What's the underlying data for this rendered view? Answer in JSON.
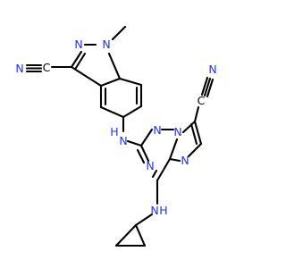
{
  "figure": {
    "type": "chemical-structure",
    "colors": {
      "bond": "#000000",
      "nitrogen": "#2233ee",
      "background": "#ffffff"
    },
    "atom_labels": {
      "n_methyl": "N",
      "n_pyrazole": "N",
      "c_nitrile_indazole": "C",
      "n_nitrile_indazole": "N",
      "nh_linker": "H",
      "n_linker": "N",
      "n_triazine_a": "N",
      "n_triazine_b": "N",
      "n_triazine_c": "N",
      "n_bridge": "N",
      "n_imidazole": "N",
      "c_nitrile_core": "C",
      "n_nitrile_core": "N",
      "n_amine": "N",
      "h_amine": "H"
    }
  }
}
